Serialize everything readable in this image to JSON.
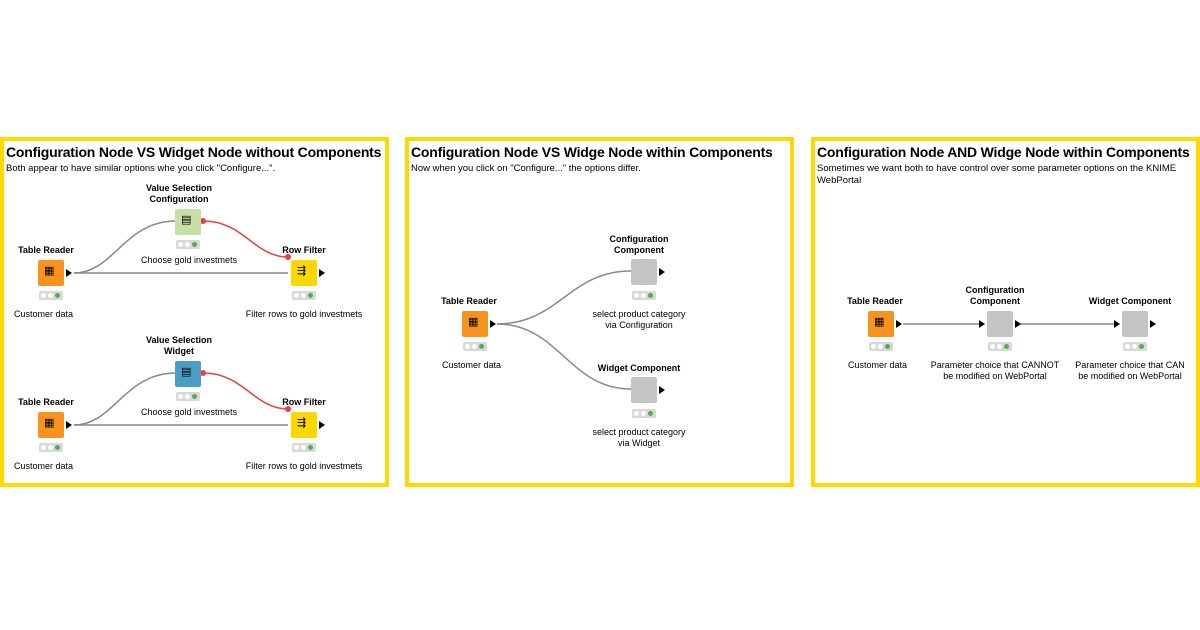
{
  "panels": [
    {
      "title": "Configuration Node VS Widget Node without Components",
      "desc": "Both appear to have similar options whe you click \"Configure...\".",
      "nodes": {
        "tr1_title": "Table Reader",
        "tr1_label": "Customer data",
        "vs1_title_l1": "Value Selection",
        "vs1_title_l2": "Configuration",
        "vs1_label": "Choose gold investmets",
        "rf1_title": "Row Filter",
        "rf1_label": "Filter rows to gold investmets",
        "tr2_title": "Table Reader",
        "tr2_label": "Customer data",
        "vs2_title_l1": "Value Selection",
        "vs2_title_l2": "Widget",
        "vs2_label": "Choose gold investmets",
        "rf2_title": "Row Filter",
        "rf2_label": "Filter rows to gold investmets"
      }
    },
    {
      "title": "Configuration Node VS Widge Node within Components",
      "desc": "Now when you click on \"Configure...\" the options differ.",
      "nodes": {
        "tr_title": "Table Reader",
        "tr_label": "Customer data",
        "cc_title_l1": "Configuration",
        "cc_title_l2": "Component",
        "cc_label_l1": "select product category",
        "cc_label_l2": "via Configuration",
        "wc_title": "Widget Component",
        "wc_label_l1": "select product category",
        "wc_label_l2": "via  Widget"
      }
    },
    {
      "title": "Configuration Node AND Widge Node within Components",
      "desc": "Sometimes we want both to have control over some parameter options on the KNIME WebPortal",
      "nodes": {
        "tr_title": "Table Reader",
        "tr_label": "Customer data",
        "cc_title_l1": "Configuration",
        "cc_title_l2": "Component",
        "cc_label_l1": "Parameter choice that CANNOT",
        "cc_label_l2": "be modified on WebPortal",
        "wc_title": "Widget Component",
        "wc_label_l1": "Parameter choice that CAN",
        "wc_label_l2": "be modified on WebPortal"
      }
    }
  ],
  "colors": {
    "frame": "#ffd800",
    "source": "#f7931e",
    "manipulator": "#ffd700",
    "config": "#c5dfa5",
    "widget": "#4a9ec4",
    "component": "#c4c4c4",
    "flow_variable_wire": "#e84040",
    "data_wire": "#888888"
  },
  "icons": {
    "table_reader": "table-reader-icon",
    "row_filter": "row-filter-icon",
    "value_selection": "value-selection-icon"
  }
}
